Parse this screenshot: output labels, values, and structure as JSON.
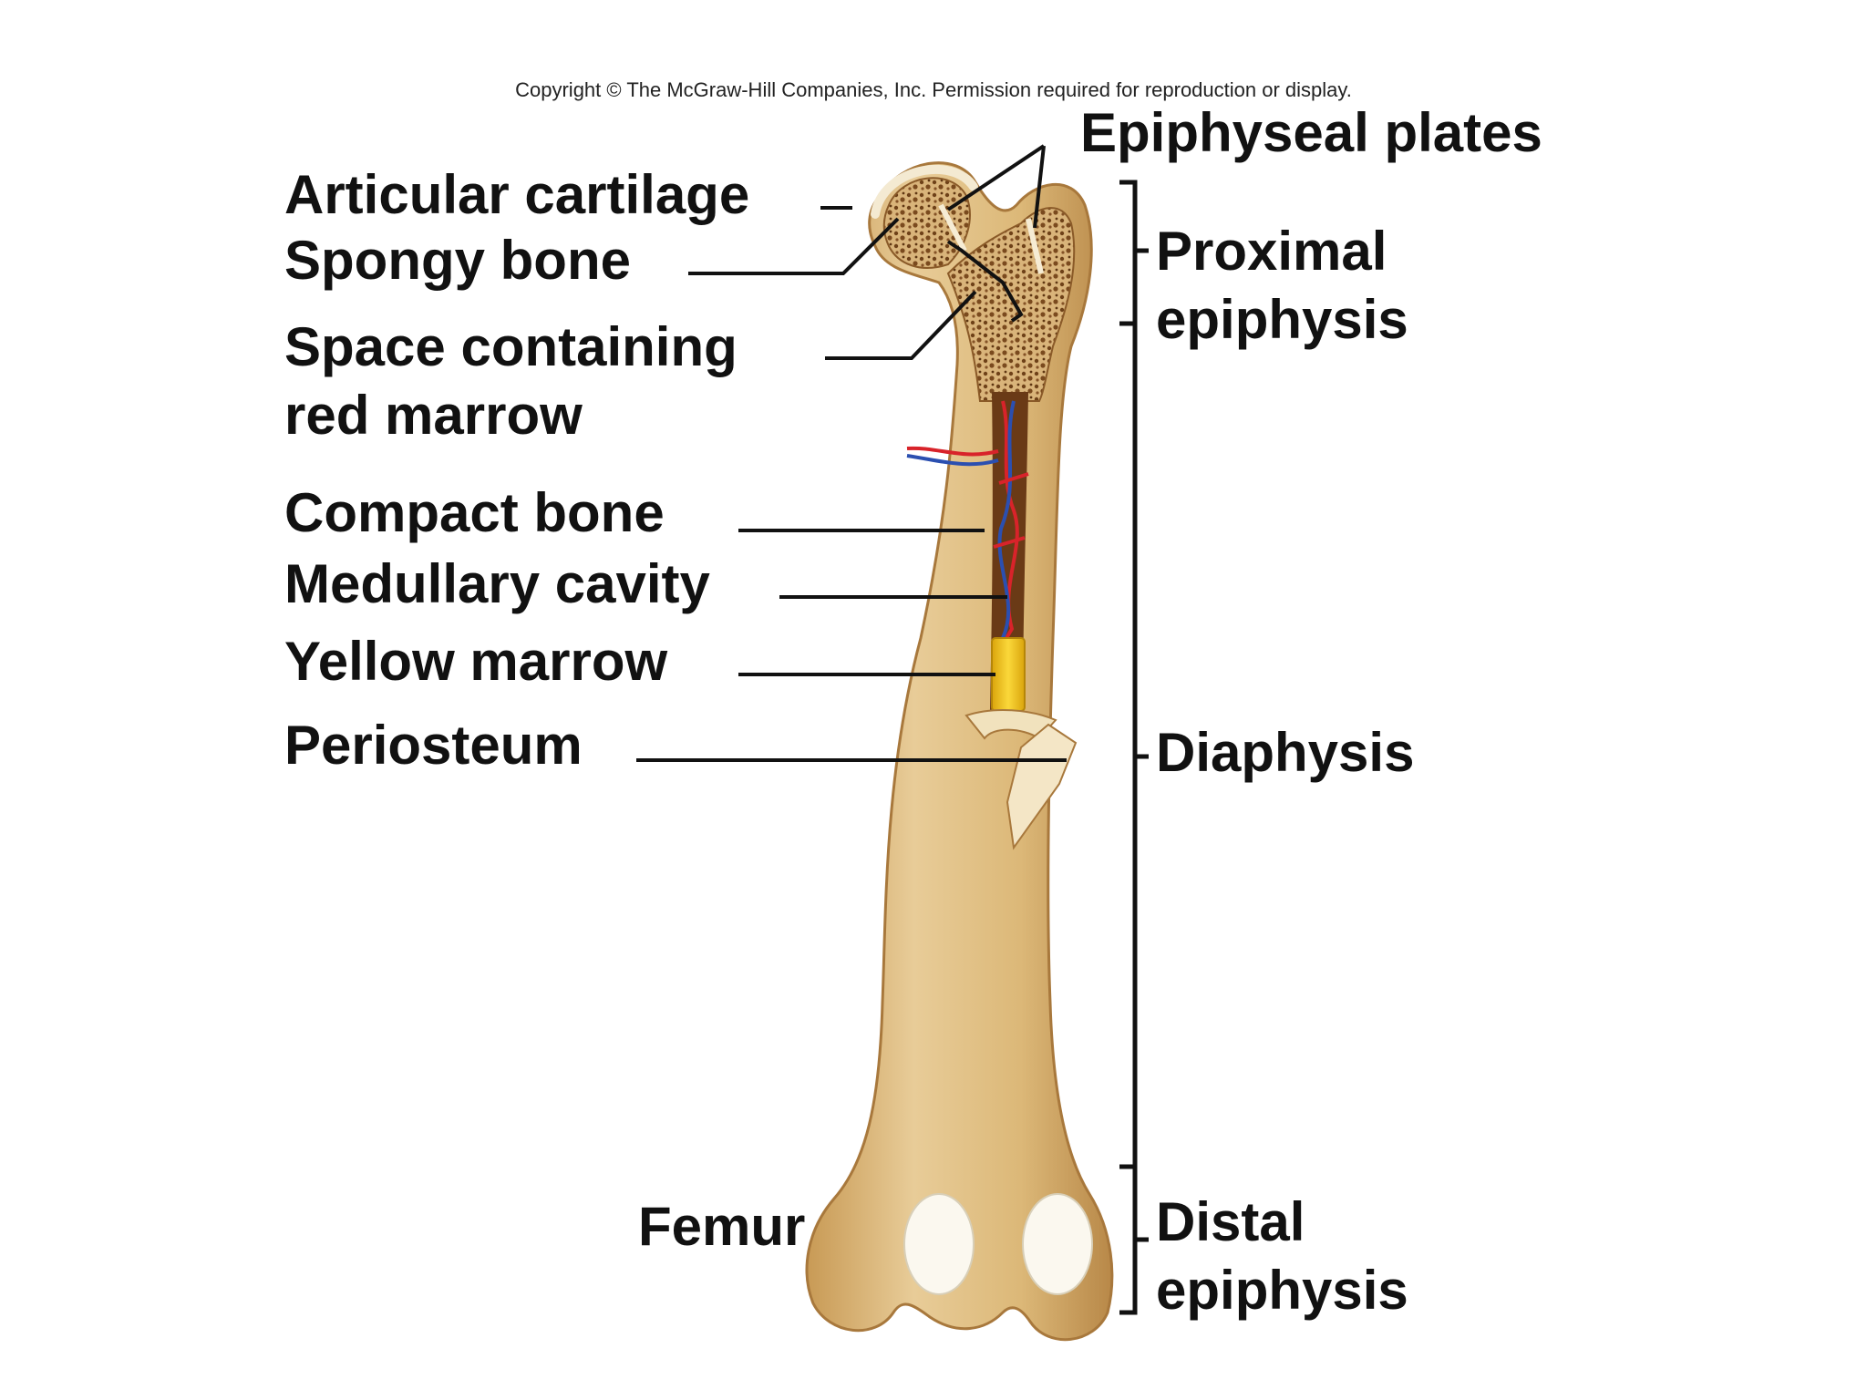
{
  "copyright": "Copyright © The McGraw-Hill Companies, Inc. Permission required for reproduction or display.",
  "labels": {
    "epiphyseal_plates": "Epiphyseal plates",
    "articular_cartilage": "Articular cartilage",
    "spongy_bone": "Spongy bone",
    "space_red_marrow_line1": "Space containing",
    "space_red_marrow_line2": "red marrow",
    "compact_bone": "Compact bone",
    "medullary_cavity": "Medullary cavity",
    "yellow_marrow": "Yellow marrow",
    "periosteum": "Periosteum",
    "femur": "Femur",
    "proximal_line1": "Proximal",
    "proximal_line2": "epiphysis",
    "diaphysis": "Diaphysis",
    "distal_line1": "Distal",
    "distal_line2": "epiphysis"
  },
  "colors": {
    "bone": "#e2c38c",
    "bone_shade": "#c89a55",
    "spongy": "#7a4a1e",
    "yellow_marrow": "#f2c418",
    "cartilage": "#fbf8ef",
    "artery": "#d8232a",
    "vein": "#2b4fb0",
    "line": "#111111"
  }
}
